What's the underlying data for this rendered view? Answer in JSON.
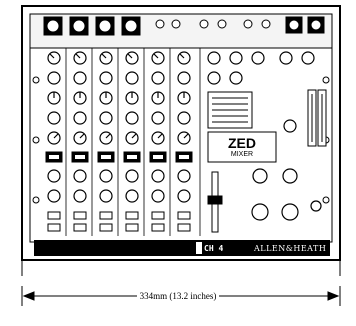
{
  "diagram": {
    "brand": "ZED",
    "brand_sub": "MIXER",
    "channel_mark": "CH 4",
    "model_strip_label": "ALLEN&HEATH",
    "dimension_label": "334mm (13.2 inches)"
  },
  "colors": {
    "ink": "#000000",
    "chassis": "#ffffff",
    "knob_fill": "#ffffff"
  }
}
